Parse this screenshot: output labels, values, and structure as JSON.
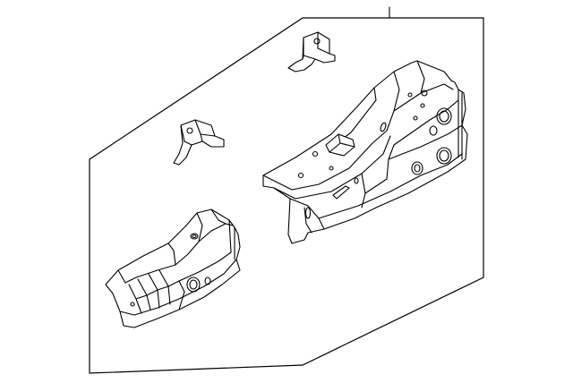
{
  "diagram": {
    "kind": "exploded parts illustration",
    "parts": [
      {
        "id": "leader-line"
      },
      {
        "id": "parts-panel"
      },
      {
        "id": "small-bracket-upper"
      },
      {
        "id": "small-bracket-lower"
      },
      {
        "id": "main-side-member"
      },
      {
        "id": "front-side-member-extension"
      }
    ],
    "colors": {
      "line": "#000000",
      "background": "#ffffff"
    }
  }
}
